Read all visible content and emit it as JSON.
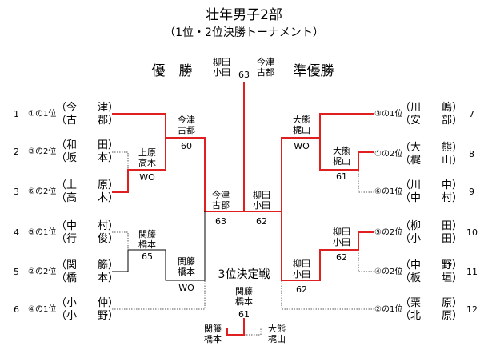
{
  "title": "壮年男子2部",
  "subtitle": "（1位・2位決勝トーナメント）",
  "champion_label": "優　勝",
  "runnerup_label": "準優勝",
  "final": {
    "left_pair": "柳田\n小田",
    "right_pair": "今津\n古都",
    "score": "63"
  },
  "left_entries": [
    {
      "num": "1",
      "seed": "①の1位",
      "n1": "（今　　津）",
      "n2": "（古　　郡）"
    },
    {
      "num": "2",
      "seed": "③の2位",
      "n1": "（和　　田）",
      "n2": "（坂　　本）"
    },
    {
      "num": "3",
      "seed": "⑥の2位",
      "n1": "（上　　原）",
      "n2": "（高　　木）"
    },
    {
      "num": "4",
      "seed": "⑤の1位",
      "n1": "（中　　村）",
      "n2": "（行　　俊）"
    },
    {
      "num": "5",
      "seed": "②の2位",
      "n1": "（関　　籐）",
      "n2": "（橋　　本）"
    },
    {
      "num": "6",
      "seed": "④の1位",
      "n1": "（小　　仲）",
      "n2": "（小　　野）"
    }
  ],
  "right_entries": [
    {
      "num": "7",
      "seed": "③の1位",
      "n1": "（川　　嶋）",
      "n2": "（安　　部）"
    },
    {
      "num": "8",
      "seed": "①の2位",
      "n1": "（大　　熊）",
      "n2": "（梶　　山）"
    },
    {
      "num": "9",
      "seed": "⑥の1位",
      "n1": "（川　　中）",
      "n2": "（中　　村）"
    },
    {
      "num": "10",
      "seed": "⑤の2位",
      "n1": "（柳　　田）",
      "n2": "（小　　田）"
    },
    {
      "num": "11",
      "seed": "④の2位",
      "n1": "（中　　野）",
      "n2": "（板　　垣）"
    },
    {
      "num": "12",
      "seed": "②の1位",
      "n1": "（栗　　原）",
      "n2": "（北　　原）"
    }
  ],
  "results": {
    "l_r1_top": {
      "pair": "上原\n高木",
      "score": "WO"
    },
    "l_r1_bot": {
      "pair": "関籐\n橋本",
      "score": "65"
    },
    "l_r2_top": {
      "pair": "今津\n古都",
      "score": "60"
    },
    "l_r2_bot": {
      "pair": "関籐\n橋本",
      "score": "WO"
    },
    "l_sf": {
      "pair": "今津\n古郡",
      "score": "63"
    },
    "r_r1_top": {
      "pair": "大熊\n梶山",
      "score": "61"
    },
    "r_r1_bot": {
      "pair": "柳田\n小田",
      "score": "62"
    },
    "r_r2_top": {
      "pair": "大熊\n梶山",
      "score": "WO"
    },
    "r_r2_bot": {
      "pair": "柳田\n小田",
      "score": "62"
    },
    "r_sf": {
      "pair": "柳田\n小田",
      "score": "62"
    }
  },
  "third_place": {
    "title": "3位決定戦",
    "winner": "関籐\n橋本",
    "score": "61",
    "left_pair": "関籐\n橋本",
    "right_pair": "大熊\n梶山"
  },
  "colors": {
    "win_line": "#e02020",
    "line": "#000000",
    "dotted": "#555555"
  }
}
